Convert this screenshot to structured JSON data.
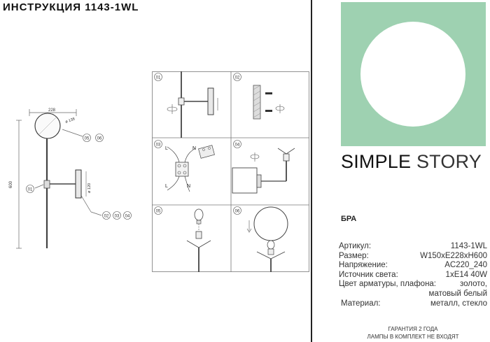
{
  "header": {
    "title": "ИНСТРУКЦИЯ 1143-1WL"
  },
  "drawing": {
    "width_dim": "228",
    "height_dim": "600",
    "globe_dim": "ø 138",
    "base_dim": "ø 120",
    "callout_top": [
      "05",
      "06"
    ],
    "callout_left": "01",
    "callout_bottom": [
      "02",
      "03",
      "04"
    ]
  },
  "steps": [
    {
      "num": "01"
    },
    {
      "num": "02"
    },
    {
      "num": "03"
    },
    {
      "num": "04"
    },
    {
      "num": "05"
    },
    {
      "num": "06"
    }
  ],
  "wiring": {
    "L": "L",
    "N": "N"
  },
  "brand": {
    "name_bold": "SIMPLE",
    "name_light": "STORY",
    "hero_color": "#9ed1b1"
  },
  "product": {
    "type": "БРА",
    "specs": [
      {
        "label": "Артикул:",
        "value": "1143-1WL"
      },
      {
        "label": "Размер:",
        "value": "W150xE228xH600"
      },
      {
        "label": "Напряжение:",
        "value": "AC220_240"
      },
      {
        "label": "Источник света:",
        "value": "1xE14 40W"
      },
      {
        "label": "Цвет арматуры, плафона:",
        "value": "золото,"
      }
    ],
    "spec_cont": "матовый белый",
    "material": {
      "label": "Материал:",
      "value": "металл,  стекло"
    }
  },
  "footer": {
    "line1": "ГАРАНТИЯ 2 ГОДА",
    "line2": "ЛАМПЫ В КОМПЛЕКТ НЕ ВХОДЯТ"
  }
}
